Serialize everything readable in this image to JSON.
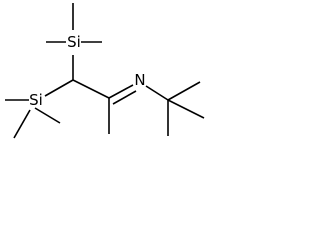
{
  "molecule": {
    "atoms": {
      "si_top": "Si",
      "si_bottom": "Si",
      "nitrogen": "N"
    }
  }
}
